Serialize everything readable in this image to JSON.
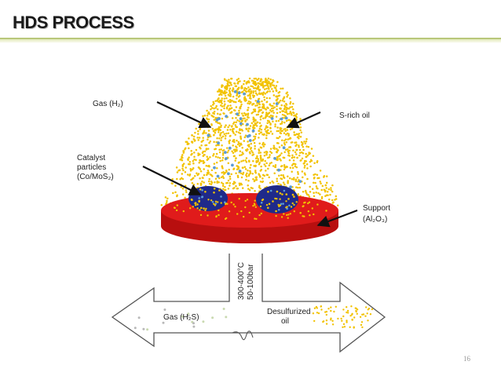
{
  "slide": {
    "title": "HDS PROCESS",
    "page_number": "16"
  },
  "diagram": {
    "labels": {
      "gas_h2": "Gas (H₂)",
      "s_rich_oil": "S-rich oil",
      "catalyst_line1": "Catalyst",
      "catalyst_line2": "particles",
      "catalyst_line3": "(Co/MoS₂)",
      "support_line1": "Support",
      "support_line2": "(Al₂O₃)",
      "conditions_line1": "300-400°C",
      "conditions_line2": "50-100bar",
      "gas_h2s": "Gas (H₂S)",
      "desulfurized_line1": "Desulfurized",
      "desulfurized_line2": "oil"
    },
    "colors": {
      "oil_dots": "#f2c200",
      "gas_dots": "#5b9bd5",
      "support_top": "#e01b1b",
      "support_side": "#b80f0f",
      "catalyst": "#1f2a8a",
      "arrow_fill": "#ffffff",
      "arrow_stroke": "#555555"
    }
  }
}
